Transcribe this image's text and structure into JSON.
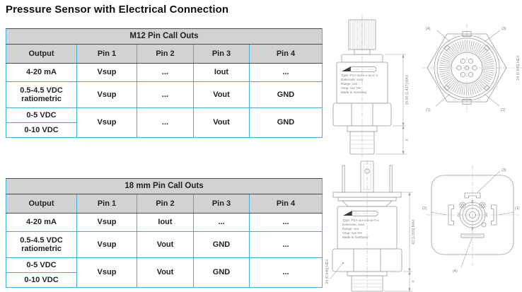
{
  "page": {
    "title": "Pressure Sensor with Electrical Connection"
  },
  "colors": {
    "table_border": "#45ACDE",
    "header_fill": "#D2D2D2",
    "header_border": "#4B4B4B",
    "drawing_line": "#9C9C9C"
  },
  "icons": {
    "brand_logo": "manufacturer-logo"
  },
  "tables": {
    "m12": {
      "title": "M12 Pin Call Outs",
      "headers": [
        "Output",
        "Pin 1",
        "Pin 2",
        "Pin 3",
        "Pin 4"
      ],
      "rows": {
        "r420": {
          "output": "4-20 mA",
          "pin1": "Vsup",
          "pin2": "...",
          "pin3": "Iout",
          "pin4": "..."
        },
        "rratio": {
          "output": "0.5-4.5 VDC ratiometric",
          "pin1": "Vsup",
          "pin2": "...",
          "pin3": "Vout",
          "pin4": "GND"
        },
        "r05": {
          "output": "0-5 VDC"
        },
        "r010": {
          "output": "0-10 VDC"
        },
        "rvdc": {
          "pin1": "Vsup",
          "pin2": "...",
          "pin3": "Vout",
          "pin4": "GND"
        }
      }
    },
    "mm18": {
      "title": "18 mm Pin Call Outs",
      "headers": [
        "Output",
        "Pin 1",
        "Pin 2",
        "Pin 3",
        "Pin 4"
      ],
      "rows": {
        "r420": {
          "output": "4-20 mA",
          "pin1": "Vsup",
          "pin2": "Iout",
          "pin3": "...",
          "pin4": "..."
        },
        "rratio": {
          "output": "0.5-4.5 VDC ratiometric",
          "pin1": "Vsup",
          "pin2": "Vout",
          "pin3": "GND",
          "pin4": "..."
        },
        "r05": {
          "output": "0-5 VDC"
        },
        "r010": {
          "output": "0-10 VDC"
        },
        "rvdc": {
          "pin1": "Vsup",
          "pin2": "Vout",
          "pin3": "GND",
          "pin4": "..."
        }
      }
    }
  },
  "drawings": {
    "m12_side": {
      "label": {
        "type": "Type: P1A-xxx-x-x-xx-C-x",
        "datecode": "Datecode: xxxx",
        "range": "Range: xxx",
        "vsup": "Vsup: xxx V⎓",
        "origin": "Made in Germany"
      },
      "dim_total": "36.50 [1.437] MAX",
      "dim_port": "X"
    },
    "m12_face": {
      "labels": {
        "p1": "(1)",
        "p2": "(2)",
        "p3": "(3)",
        "p4": "(4)"
      },
      "hex": "24 [0.945] HEX"
    },
    "mm18_side": {
      "label": {
        "type": "Type: P1A-xxx-x-x-xx-A-x",
        "datecode": "Datecode: xxxx",
        "range": "Range: xxx",
        "vsup": "Vsup: xxx V⎓",
        "origin": "Made in Germany"
      },
      "dim_total": "43 [1.693] MAX",
      "dim_port": "X",
      "hex": "24 [0.945] HEX"
    },
    "mm18_face": {
      "labels": {
        "p1": "(1)",
        "p2": "(2)",
        "p3": "(3)",
        "p4": "(4)"
      },
      "digits": {
        "d1": "1",
        "d2": "2",
        "d3": "3",
        "d4": "4"
      }
    }
  }
}
